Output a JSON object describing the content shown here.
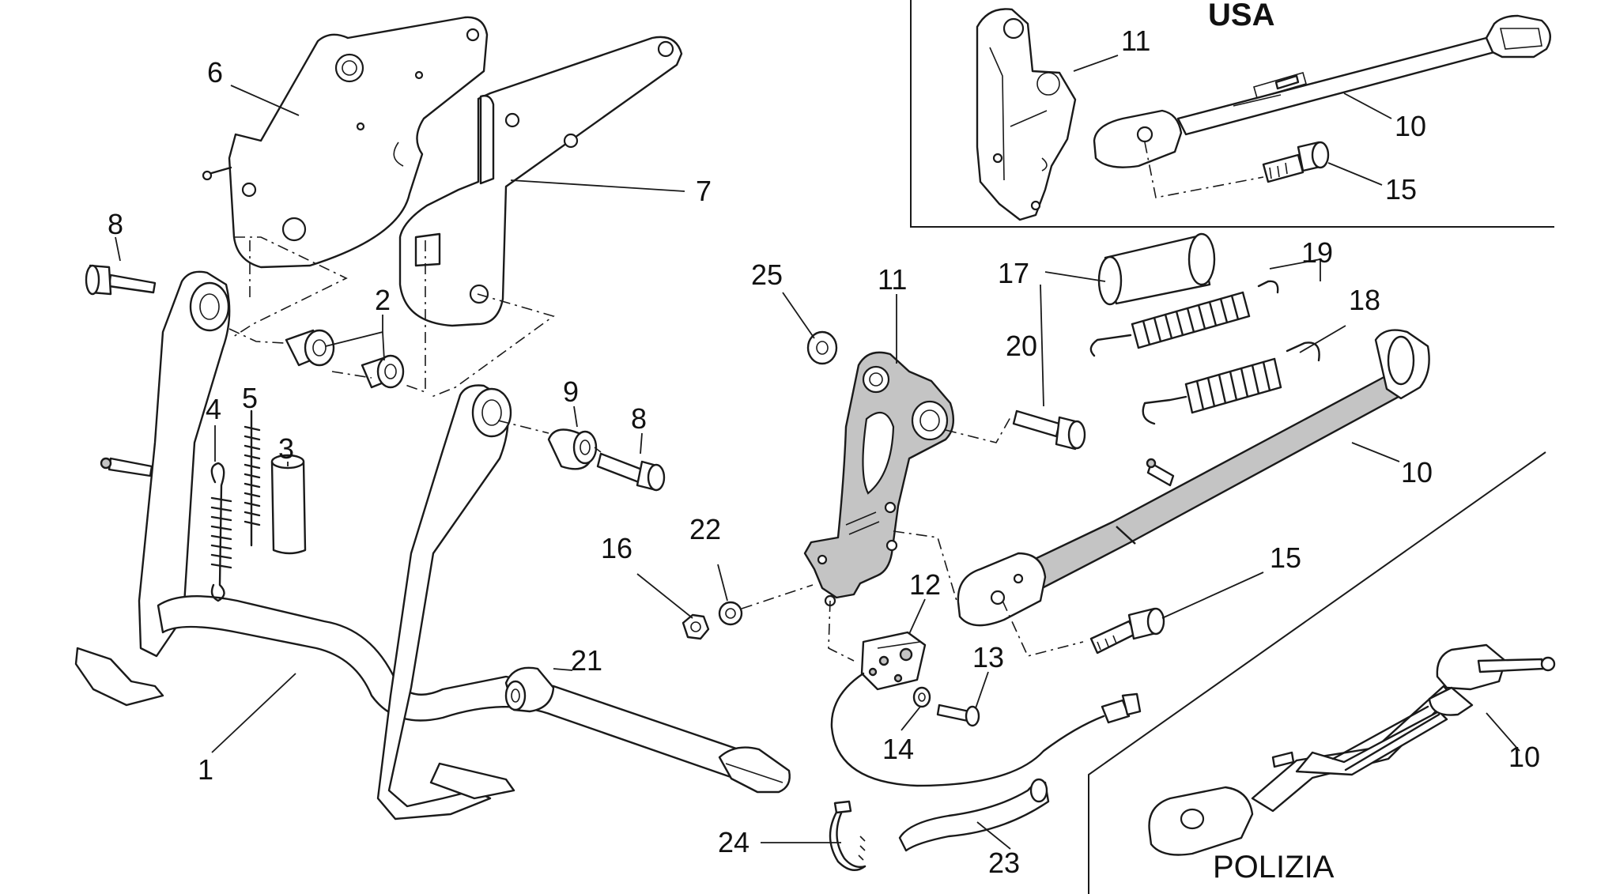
{
  "regions": {
    "usa": "USA",
    "polizia": "POLIZIA"
  },
  "labels": {
    "p1": "1",
    "p2": "2",
    "p3": "3",
    "p4": "4",
    "p5": "5",
    "p6": "6",
    "p7": "7",
    "p8a": "8",
    "p8b": "8",
    "p9": "9",
    "p10_usa": "10",
    "p10_main": "10",
    "p10_polizia": "10",
    "p11_usa": "11",
    "p11_main": "11",
    "p12": "12",
    "p13": "13",
    "p14": "14",
    "p15_usa": "15",
    "p15_main": "15",
    "p16": "16",
    "p17": "17",
    "p18": "18",
    "p19": "19",
    "p20": "20",
    "p21": "21",
    "p22": "22",
    "p23": "23",
    "p24": "24",
    "p25": "25"
  }
}
